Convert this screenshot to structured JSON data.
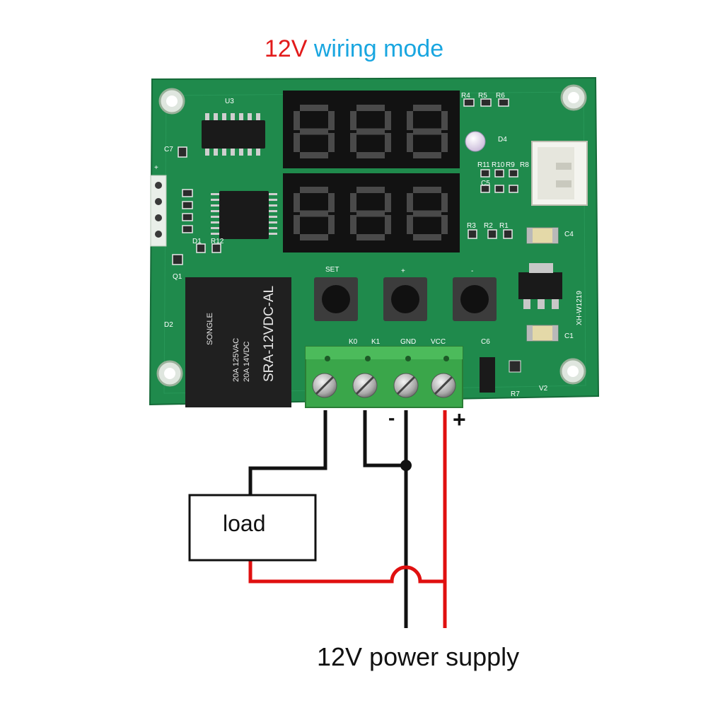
{
  "title": {
    "voltage": "12V",
    "rest": " wiring mode",
    "voltage_color": "#e21b1b",
    "rest_color": "#19a6e0"
  },
  "board": {
    "ic_label": "U3",
    "buttons": [
      "SET",
      "+",
      "-"
    ],
    "terminals": [
      "K0",
      "K1",
      "GND",
      "VCC"
    ],
    "relay_lines": [
      "SRA-12VDC-AL",
      "20A 14VDC",
      "20A 125VAC",
      "SONGLE"
    ],
    "model": "XH-W1219",
    "silk_labels": [
      "R4",
      "R5",
      "R6",
      "D4",
      "R11",
      "R10",
      "R9",
      "R8",
      "R3",
      "R2",
      "R1",
      "C4",
      "C1",
      "C5",
      "C6",
      "Q1",
      "D2",
      "R12",
      "R7",
      "V2",
      "D1",
      "C7"
    ],
    "header_plus": "+",
    "pcb_color": "#1f8a4c",
    "terminal_color": "#3aa64a"
  },
  "diagram": {
    "load_label": "load",
    "minus_label": "-",
    "plus_label": "+",
    "supply_label": "12V power supply",
    "positive_wire_color": "#e01010",
    "negative_wire_color": "#111111"
  }
}
